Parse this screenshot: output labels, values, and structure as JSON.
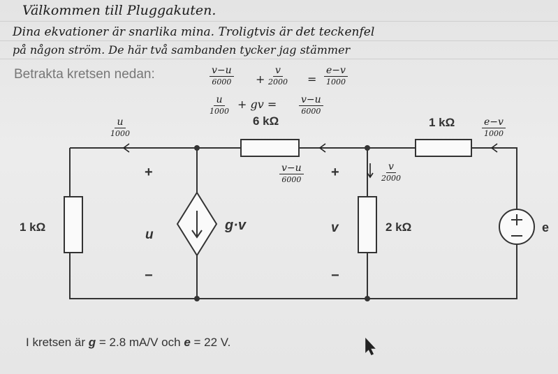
{
  "handwriting": {
    "line1": "Välkommen till Pluggakuten.",
    "line2": "Dina ekvationer är snarlika mina. Troligtvis är det teckenfel",
    "line3": "på någon ström. De här två sambanden tycker jag stämmer",
    "eq1": {
      "t1n": "v−u",
      "t1d": "6000",
      "op1": "+",
      "t2n": "v",
      "t2d": "2000",
      "eq": "=",
      "t3n": "e−v",
      "t3d": "1000"
    },
    "eq2": {
      "t1n": "u",
      "t1d": "1000",
      "mid": "+ gv =",
      "t2n": "v−u",
      "t2d": "6000"
    },
    "cur_left": {
      "n": "u",
      "d": "1000"
    },
    "cur_right": {
      "n": "e−v",
      "d": "1000"
    },
    "cur_6k": {
      "n": "v−u",
      "d": "6000"
    },
    "cur_2k": {
      "n": "v",
      "d": "2000"
    }
  },
  "prompt": "Betrakta kretsen nedan:",
  "circuit": {
    "r_left": "1 kΩ",
    "r_6k": "6 kΩ",
    "r_top_right": "1 kΩ",
    "r_2k": "2 kΩ",
    "u": "u",
    "gv": "g·v",
    "v": "v",
    "e": "e",
    "plus": "+",
    "minus": "−"
  },
  "statement": {
    "pre": "I kretsen är ",
    "g": "g",
    "gval": " = 2.8 mA/V och ",
    "e": "e",
    "eval": " = 22 V."
  }
}
